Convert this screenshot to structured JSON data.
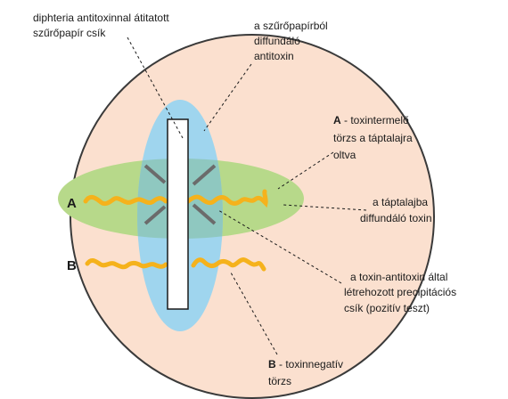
{
  "labels": {
    "strip": [
      "diphteria antitoxinnal átitatott",
      "szűrőpapír csík"
    ],
    "diffusing_antitoxin": [
      "a  szűrőpapírból",
      "diffundáló",
      "antitoxin"
    ],
    "strain_a": {
      "prefix": "A",
      "line1": " - toxintermelő",
      "line2": "törzs a táptalajra",
      "line3": "oltva"
    },
    "diffusing_toxin": [
      "a  táptalajba",
      "diffundáló toxin"
    ],
    "precipitation": [
      "a toxin-antitoxin által",
      "létrehozott precipitációs",
      "csík (pozitív teszt)"
    ],
    "strain_b": {
      "prefix": "B",
      "line1": " - toxinnegatív",
      "line2": "törzs"
    },
    "marker_a": "A",
    "marker_b": "B"
  },
  "colors": {
    "plate": "#fbe0cf",
    "plate_border": "#3a3a3a",
    "antitoxin_zone": "#9fd5ee",
    "toxin_zone": "#b7d98a",
    "overlap_zone": "#8fc8c0",
    "strip": "#ffffff",
    "strain": "#f5b21c",
    "precipitate": "#6b6b6b"
  }
}
